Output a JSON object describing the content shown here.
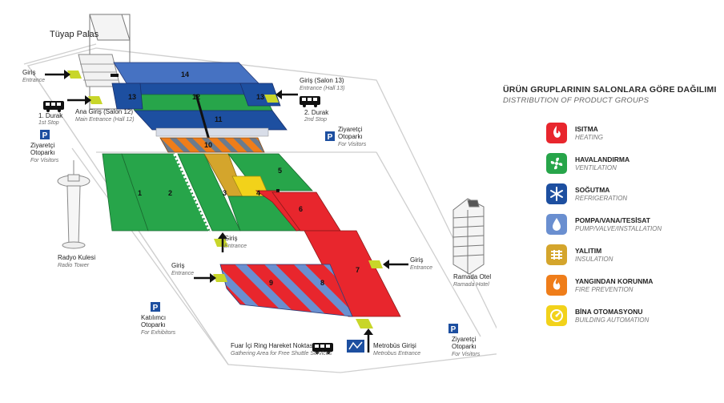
{
  "map": {
    "tuyap_palas": "Tüyap Palas",
    "entrance_tr": "Giriş",
    "entrance_en": "Entrance",
    "stop1_tr": "1. Durak",
    "stop1_en": "1st Stop",
    "main_entrance_tr": "Ana Giriş (Salon 12)",
    "main_entrance_en": "Main Entrance (Hall 12)",
    "entrance13_tr": "Giriş (Salon 13)",
    "entrance13_en": "Entrance (Hall 13)",
    "stop2_tr": "2. Durak",
    "stop2_en": "2nd Stop",
    "visitor_parking_tr1": "Ziyaretçi",
    "visitor_parking_tr2": "Otoparkı",
    "visitor_parking_en": "For Visitors",
    "exhibitor_parking_tr1": "Katılımcı",
    "exhibitor_parking_tr2": "Otoparkı",
    "exhibitor_parking_en": "For Exhibitors",
    "parking_symbol": "P",
    "radio_tower_tr": "Radyo Kulesi",
    "radio_tower_en": "Radio Tower",
    "ramada_tr": "Ramada Otel",
    "ramada_en": "Ramada Hotel",
    "shuttle_tr": "Fuar İçi Ring Hareket Noktası",
    "shuttle_en": "Gathering Area for Free Shuttle Services",
    "metrobus_tr": "Metrobüs Girişi",
    "metrobus_en": "Metrobus Entrance",
    "halls": [
      "1",
      "2",
      "3",
      "4",
      "5",
      "6",
      "7",
      "8",
      "9",
      "10",
      "11",
      "12",
      "13",
      "13",
      "14"
    ]
  },
  "legend": {
    "title": "ÜRÜN GRUPLARININ SALONLARA GÖRE DAĞILIMI",
    "subtitle": "DISTRIBUTION OF PRODUCT GROUPS",
    "items": [
      {
        "tr": "ISITMA",
        "en": "HEATING",
        "color": "#e8262d",
        "icon": "flame-icon"
      },
      {
        "tr": "HAVALANDIRMA",
        "en": "VENTILATION",
        "color": "#27a54a",
        "icon": "fan-icon"
      },
      {
        "tr": "SOĞUTMA",
        "en": "REFRIGERATION",
        "color": "#1d4fa0",
        "icon": "snowflake-icon"
      },
      {
        "tr": "POMPA/VANA/TESİSAT",
        "en": "PUMP/VALVE/INSTALLATION",
        "color": "#6a8fd0",
        "icon": "water-drop-icon"
      },
      {
        "tr": "YALITIM",
        "en": "INSULATION",
        "color": "#d4a52c",
        "icon": "insulation-icon"
      },
      {
        "tr": "YANGINDAN KORUNMA",
        "en": "FIRE PREVENTION",
        "color": "#ef7d1a",
        "icon": "fire-icon"
      },
      {
        "tr": "BİNA OTOMASYONU",
        "en": "BUILDING AUTOMATION",
        "color": "#f2d21a",
        "icon": "automation-icon"
      }
    ]
  }
}
